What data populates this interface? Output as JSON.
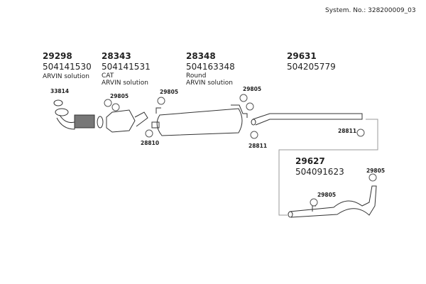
{
  "system_no": "System. No.: 328200009_03",
  "parts": [
    {
      "number": "29298",
      "article": "504141530",
      "desc": [
        "ARVIN solution"
      ]
    },
    {
      "number": "28343",
      "article": "504141531",
      "desc": [
        "CAT",
        "ARVIN solution"
      ]
    },
    {
      "number": "28348",
      "article": "504163348",
      "desc": [
        "Round",
        "ARVIN solution"
      ]
    },
    {
      "number": "29631",
      "article": "504205779",
      "desc": []
    },
    {
      "number": "29627",
      "article": "504091623",
      "desc": []
    }
  ],
  "small_parts": [
    "33814",
    "29805",
    "29805",
    "29805",
    "28810",
    "28811",
    "28811",
    "29805",
    "29805"
  ]
}
